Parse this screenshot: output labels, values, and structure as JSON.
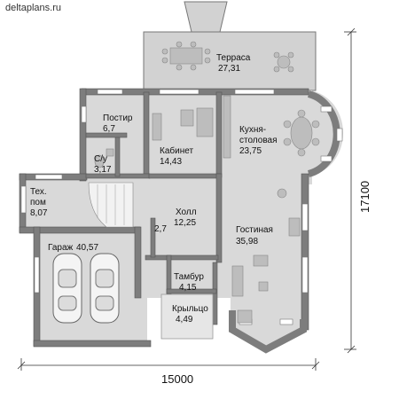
{
  "site": {
    "watermark": "deltaplans.ru"
  },
  "dimensions": {
    "width_label": "15000",
    "height_label": "17100"
  },
  "rooms": {
    "terrace": {
      "name": "Терраса",
      "area": "27,31"
    },
    "laundry": {
      "name": "Постир",
      "area": "6,7"
    },
    "office": {
      "name": "Кабинет",
      "area": "14,43"
    },
    "kitchen": {
      "name_line1": "Кухня-",
      "name_line2": "столовая",
      "area": "23,75"
    },
    "wc": {
      "name": "С/у",
      "area": "3,17"
    },
    "tech": {
      "name_line1": "Тех.",
      "name_line2": "пом",
      "area": "8,07"
    },
    "hall": {
      "name": "Холл",
      "area": "12,25"
    },
    "closet": {
      "area": "2,7"
    },
    "living": {
      "name": "Гостиная",
      "area": "35,98"
    },
    "garage": {
      "name": "Гараж",
      "area": "40,57"
    },
    "vestibule": {
      "name": "Тамбур",
      "area": "4,15"
    },
    "porch": {
      "name": "Крыльцо",
      "area": "4,49"
    }
  }
}
